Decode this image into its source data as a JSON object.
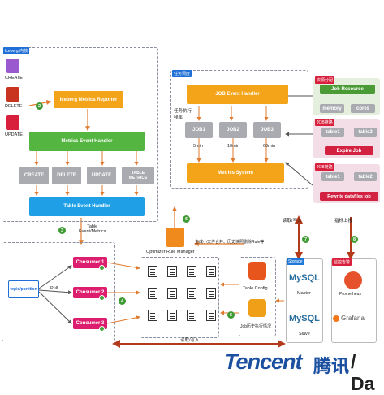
{
  "iceberg": {
    "tag": "Iceberg 内核",
    "create": "CREATE",
    "delete": "DELETE",
    "update": "UPDATE"
  },
  "metrics_reporter": "Iceberg Metrics Reporter",
  "metrics_event_handler": "Metrics Event Handler",
  "gray_boxes": [
    "CREATE",
    "DELETE",
    "UPDATE",
    "TABLE\nMETRICS"
  ],
  "table_event_handler": "Table Event Handler",
  "table_event_metrics": "Table\nEvent/Metrics",
  "scheduler": {
    "tag": "任务调度",
    "job_event_handler": "JOB Event Handler",
    "trigger_label": "任务执行\n频率",
    "jobs": [
      "JOB1",
      "JOB2",
      "JOB3"
    ],
    "intervals": [
      "5min",
      "10min",
      "60min"
    ],
    "metrics_system": "Metrics System"
  },
  "resource": {
    "tag": "资源分配",
    "job_resource": "Job Resource",
    "memory": "memory",
    "cores": "cores"
  },
  "job_expire": {
    "tag": "JOB链路",
    "table1": "table1",
    "table2": "table2",
    "action": "Expire Job"
  },
  "job_rewrite": {
    "tag": "JOB链路",
    "table1": "table1",
    "table2": "table2",
    "action": "Rewrite datafiles job"
  },
  "rule_note": "生成小文件合并、历史快照删除Rule等",
  "optimizer_label": "Optimizer Rule Manager",
  "topic": "topic/partition",
  "pull": "Pull",
  "consumers": [
    "Consumer 1",
    "Consumer 2",
    "Consumer 3"
  ],
  "table_config": "Table Config",
  "job_history": "Job历史执行情况",
  "storage": {
    "tag": "Storage",
    "mysql": "MySQL",
    "master": "Master",
    "slave": "Slave"
  },
  "monitor": {
    "tag": "监控告警",
    "prometheus": "Prometheus",
    "grafana": "Grafana"
  },
  "rw_label": "读取/写入",
  "rw_label_bottom": "读取/写入",
  "metrics_upload": "指标上报",
  "steps": [
    "2",
    "3",
    "4",
    "5",
    "6",
    "7",
    "8"
  ],
  "brand": "Tencent",
  "brand_cn": "腾讯",
  "brand_tail": "/ Da",
  "colors": {
    "accent": "#1f6fd6",
    "orange": "#f3a418",
    "green": "#54b640",
    "magenta": "#dd1e6e",
    "red": "#c8341f"
  }
}
